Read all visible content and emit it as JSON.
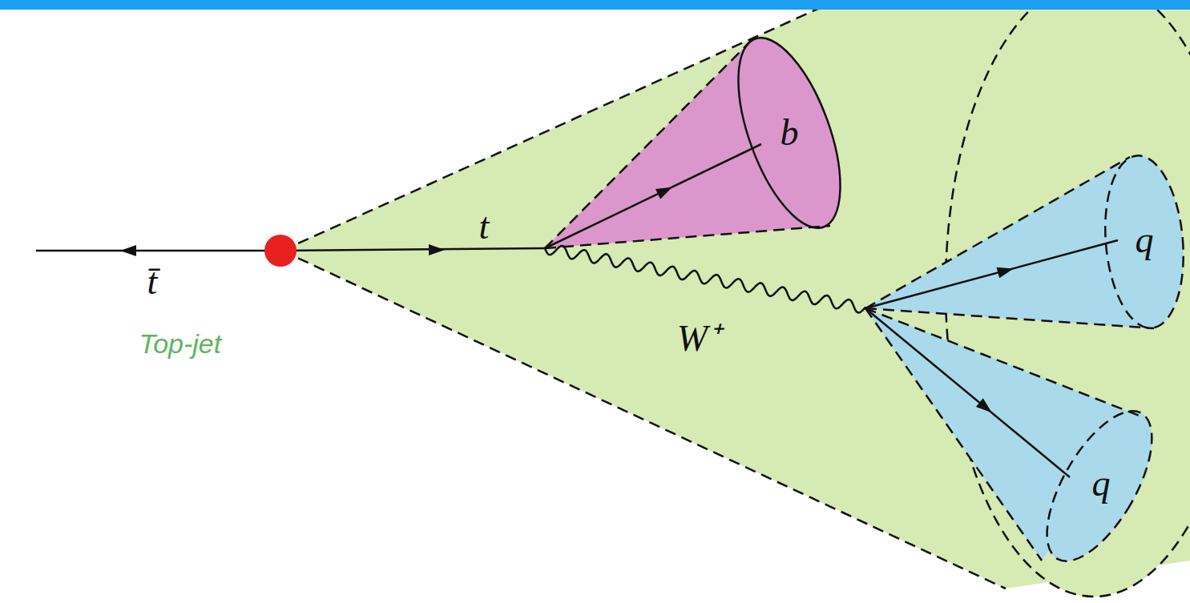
{
  "diagram": {
    "nodes": [
      {
        "text": [
          "Top-jet"
        ]
      },
      {
        "text": [
          "b"
        ],
        "in": 0
      },
      {
        "text": [
          "q"
        ],
        "in": 0
      },
      {
        "text": [
          "q"
        ],
        "in": 0
      }
    ],
    "labels": [
      "t̄",
      "t",
      "W⁺"
    ]
  }
}
